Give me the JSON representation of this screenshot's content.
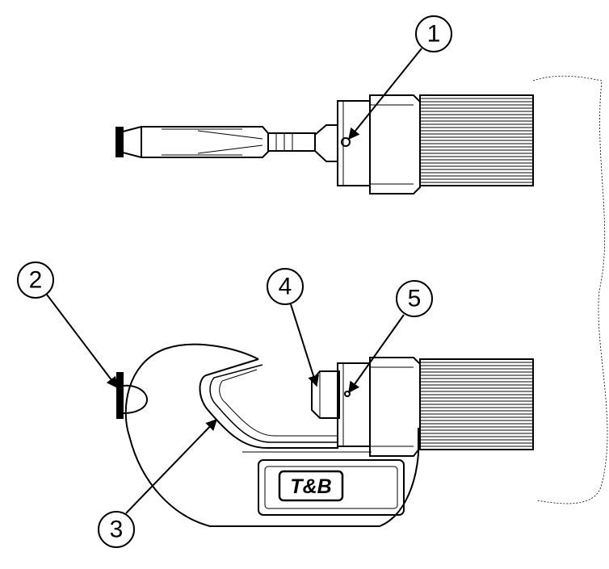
{
  "callouts": [
    {
      "id": 1,
      "label": "1"
    },
    {
      "id": 2,
      "label": "2"
    },
    {
      "id": 3,
      "label": "3"
    },
    {
      "id": 4,
      "label": "4"
    },
    {
      "id": 5,
      "label": "5"
    }
  ],
  "logo": {
    "text": "T&B"
  },
  "colors": {
    "stroke": "#000000",
    "background": "#ffffff"
  }
}
